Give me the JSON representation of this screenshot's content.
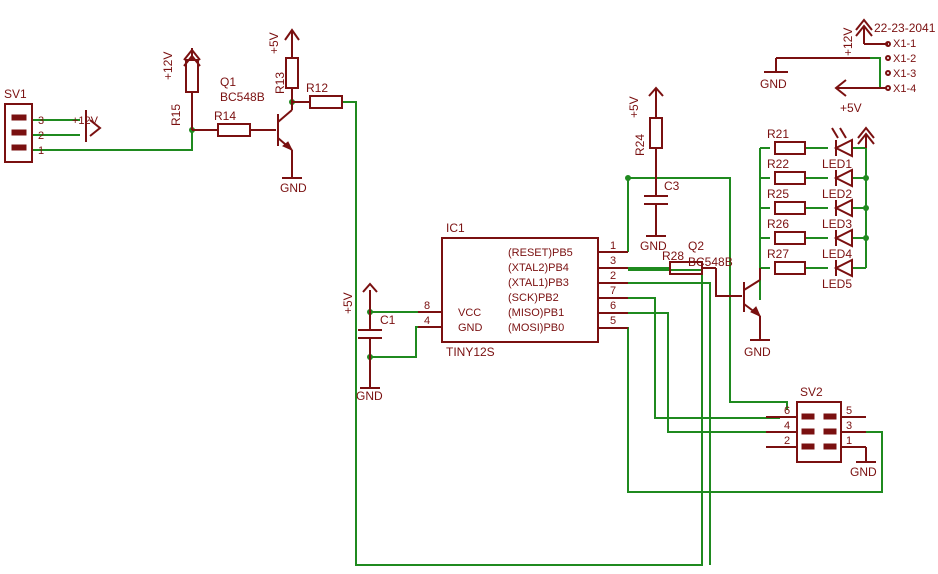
{
  "ic": {
    "name": "IC1",
    "value": "TINY12S",
    "pins_left": [
      {
        "num": "8",
        "name": "VCC"
      },
      {
        "num": "4",
        "name": "GND"
      }
    ],
    "pins_right": [
      {
        "num": "1",
        "name": "(RESET)PB5"
      },
      {
        "num": "3",
        "name": "(XTAL2)PB4"
      },
      {
        "num": "2",
        "name": "(XTAL1)PB3"
      },
      {
        "num": "7",
        "name": "(SCK)PB2"
      },
      {
        "num": "6",
        "name": "(MISO)PB1"
      },
      {
        "num": "5",
        "name": "(MOSI)PB0"
      }
    ]
  },
  "sv1": {
    "name": "SV1",
    "pins": [
      "3",
      "2",
      "1"
    ],
    "power_label": "+12V"
  },
  "sv2": {
    "name": "SV2",
    "left": [
      "6",
      "4",
      "2"
    ],
    "right": [
      "5",
      "3",
      "1"
    ]
  },
  "transistors": {
    "q1": {
      "name": "Q1",
      "value": "BC548B"
    },
    "q2": {
      "name": "Q2",
      "value": "BC548B"
    }
  },
  "resistors": {
    "r12": "R12",
    "r13": "R13",
    "r14": "R14",
    "r15": "R15",
    "r24": "R24",
    "r26": "R26",
    "r21": "R21",
    "r22": "R22",
    "r25": "R25",
    "r26b": "R26",
    "r27": "R27",
    "r28": "R28"
  },
  "caps": {
    "c1": "C1",
    "c3": "C3"
  },
  "leds": [
    "LED1",
    "LED2",
    "LED3",
    "LED4",
    "LED5"
  ],
  "connector": {
    "name": "22-23-2041",
    "pins": [
      "X1-1",
      "X1-2",
      "X1-3",
      "X1-4"
    ]
  },
  "power": {
    "p12": "+12V",
    "p5": "+5V",
    "gnd": "GND"
  }
}
